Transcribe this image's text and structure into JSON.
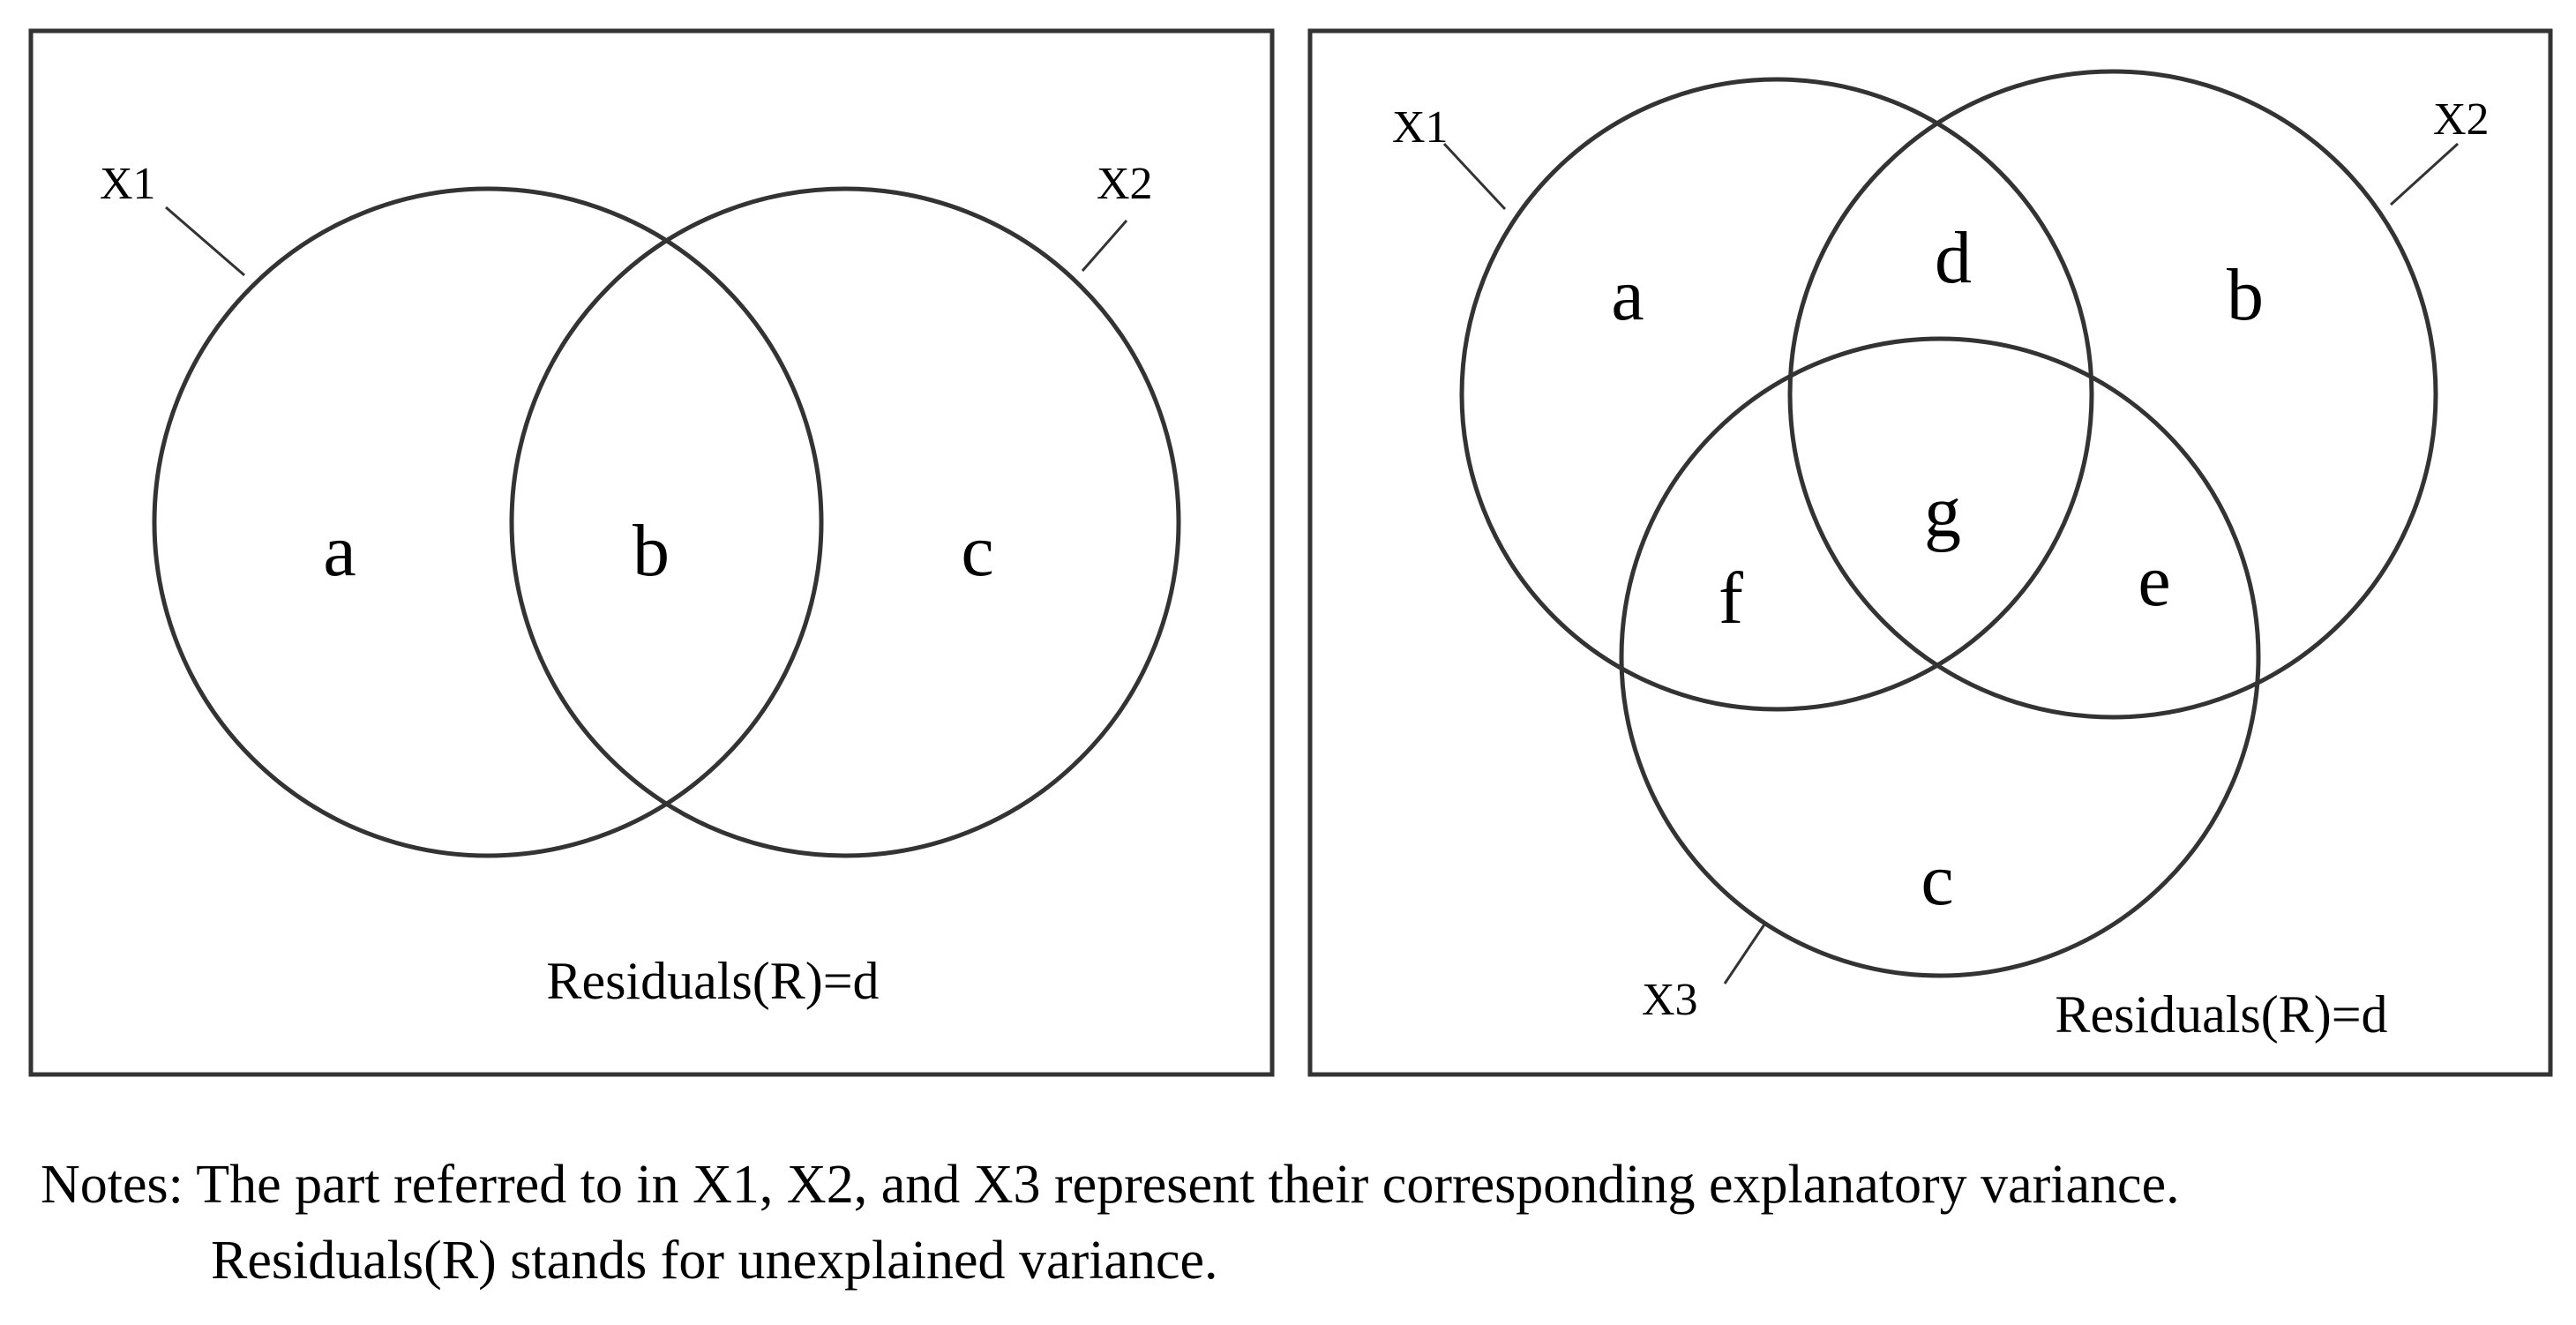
{
  "panel_left": {
    "labels": {
      "x1": "X1",
      "x2": "X2"
    },
    "regions": {
      "a": "a",
      "b": "b",
      "c": "c"
    },
    "residuals": "Residuals(R)=d"
  },
  "panel_right": {
    "labels": {
      "x1": "X1",
      "x2": "X2",
      "x3": "X3"
    },
    "regions": {
      "a": "a",
      "b": "b",
      "c": "c",
      "d": "d",
      "e": "e",
      "f": "f",
      "g": "g"
    },
    "residuals": "Residuals(R)=d"
  },
  "notes": {
    "prefix": "Notes:",
    "line1": "The part referred to in X1, X2, and X3 represent their corresponding explanatory variance.",
    "line2": "Residuals(R) stands for unexplained variance."
  },
  "colors": {
    "stroke": "#333333",
    "text": "#000000"
  }
}
